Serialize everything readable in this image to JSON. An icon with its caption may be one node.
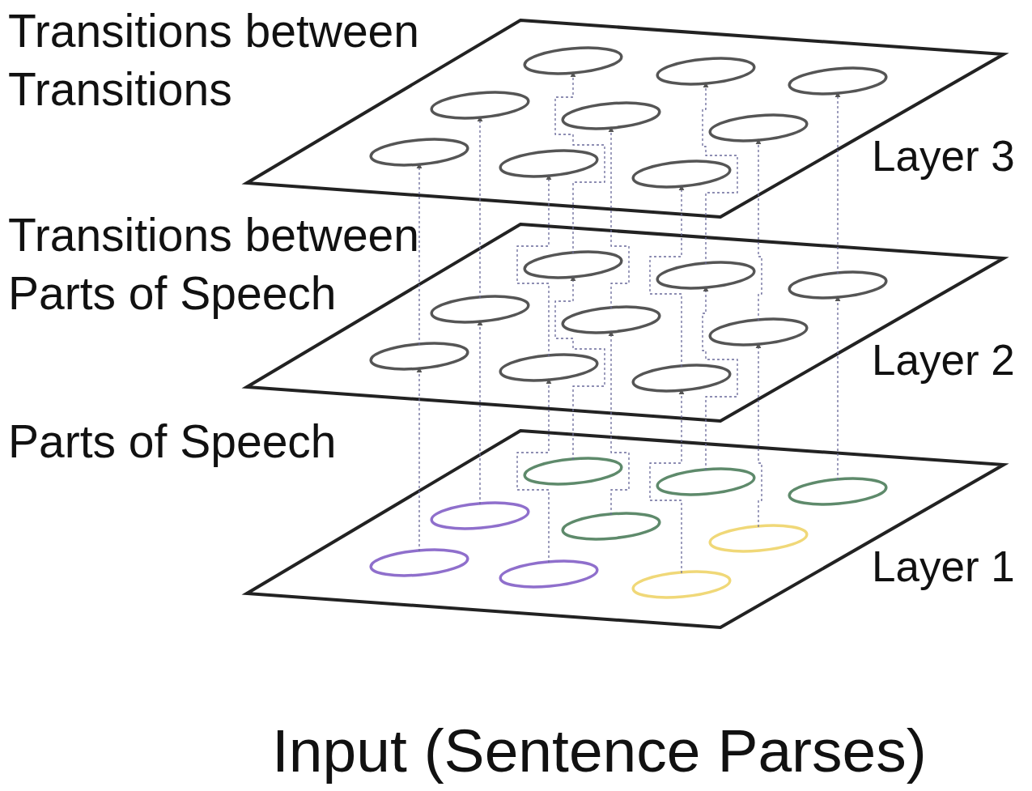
{
  "diagram": {
    "caption": "Input (Sentence Parses)",
    "nodes": [
      {
        "text": [
          "Layer 3"
        ],
        "beside": [
          "Transitions between Transitions"
        ]
      },
      {
        "text": [],
        "shape": "circle",
        "in": 0
      },
      {
        "text": [],
        "shape": "circle",
        "in": 0
      },
      {
        "text": [],
        "shape": "circle",
        "in": 0
      },
      {
        "text": [],
        "shape": "circle",
        "in": 0
      },
      {
        "text": [],
        "shape": "circle",
        "in": 0
      },
      {
        "text": [],
        "shape": "circle",
        "in": 0
      },
      {
        "text": [],
        "shape": "circle",
        "in": 0
      },
      {
        "text": [],
        "shape": "circle",
        "in": 0
      },
      {
        "text": [],
        "shape": "circle",
        "in": 0
      },
      {
        "text": [
          "Layer 2"
        ],
        "beside": [
          "Transitions between Parts of Speech"
        ]
      },
      {
        "text": [],
        "shape": "circle",
        "in": 10
      },
      {
        "text": [],
        "shape": "circle",
        "in": 10
      },
      {
        "text": [],
        "shape": "circle",
        "in": 10
      },
      {
        "text": [],
        "shape": "circle",
        "in": 10
      },
      {
        "text": [],
        "shape": "circle",
        "in": 10
      },
      {
        "text": [],
        "shape": "circle",
        "in": 10
      },
      {
        "text": [],
        "shape": "circle",
        "in": 10
      },
      {
        "text": [],
        "shape": "circle",
        "in": 10
      },
      {
        "text": [],
        "shape": "circle",
        "in": 10
      },
      {
        "text": [
          "Layer 1"
        ],
        "beside": [
          "Parts of Speech"
        ]
      },
      {
        "text": [],
        "shape": "circle",
        "in": 20
      },
      {
        "text": [],
        "shape": "circle",
        "in": 20
      },
      {
        "text": [],
        "shape": "circle",
        "in": 20
      },
      {
        "text": [],
        "shape": "circle",
        "in": 20
      },
      {
        "text": [],
        "shape": "circle",
        "in": 20
      },
      {
        "text": [],
        "shape": "circle",
        "in": 20
      },
      {
        "text": [],
        "shape": "circle",
        "in": 20
      },
      {
        "text": [],
        "shape": "circle",
        "in": 20
      },
      {
        "text": [],
        "shape": "circle",
        "in": 20
      }
    ],
    "edges": [
      {
        "from": 21,
        "to": 11,
        "arrow": "to",
        "style": "dashed"
      },
      {
        "from": 22,
        "to": 12,
        "arrow": "to",
        "style": "dashed"
      },
      {
        "from": 23,
        "to": 13,
        "arrow": "to",
        "style": "dashed"
      },
      {
        "from": 24,
        "to": 14,
        "arrow": "to",
        "style": "dashed"
      },
      {
        "from": 25,
        "to": 15,
        "arrow": "to",
        "style": "dashed"
      },
      {
        "from": 26,
        "to": 16,
        "arrow": "to",
        "style": "dashed"
      },
      {
        "from": 27,
        "to": 17,
        "arrow": "to",
        "style": "dashed"
      },
      {
        "from": 28,
        "to": 18,
        "arrow": "to",
        "style": "dashed"
      },
      {
        "from": 29,
        "to": 19,
        "arrow": "to",
        "style": "dashed"
      },
      {
        "from": 11,
        "to": 1,
        "arrow": "to",
        "style": "dashed"
      },
      {
        "from": 12,
        "to": 2,
        "arrow": "to",
        "style": "dashed"
      },
      {
        "from": 13,
        "to": 3,
        "arrow": "to",
        "style": "dashed"
      },
      {
        "from": 14,
        "to": 4,
        "arrow": "to",
        "style": "dashed"
      },
      {
        "from": 15,
        "to": 5,
        "arrow": "to",
        "style": "dashed"
      },
      {
        "from": 16,
        "to": 6,
        "arrow": "to",
        "style": "dashed"
      },
      {
        "from": 17,
        "to": 7,
        "arrow": "to",
        "style": "dashed"
      },
      {
        "from": 18,
        "to": 8,
        "arrow": "to",
        "style": "dashed"
      },
      {
        "from": 19,
        "to": 9,
        "arrow": "to",
        "style": "dashed"
      }
    ]
  }
}
